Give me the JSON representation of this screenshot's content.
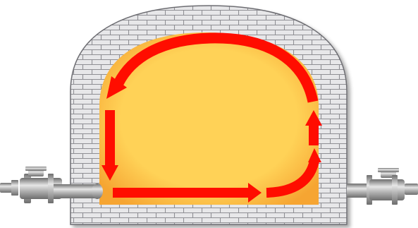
{
  "diagram": {
    "subject": "furnace-circulation-diagram",
    "icons": [
      "brick-wall",
      "flow-arrow",
      "burner"
    ],
    "colors": {
      "brick_fill": "#e7e7e9",
      "brick_line": "#8f8f94",
      "wall_outline": "#6d6d72",
      "chamber_center": "#ffd257",
      "chamber_edge": "#f6a532",
      "arrow": "#ff0d00",
      "metal_light": "#e6e6e6",
      "metal_dark": "#6e6e6e"
    }
  }
}
